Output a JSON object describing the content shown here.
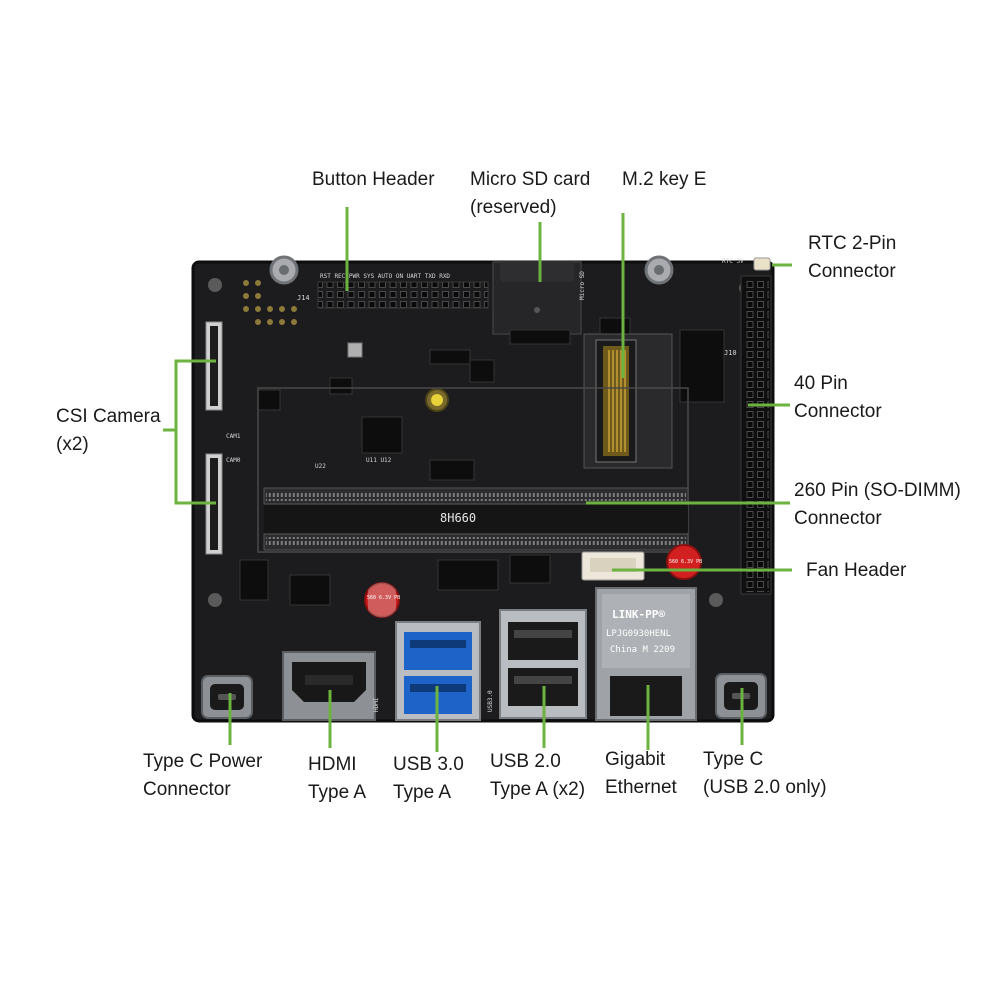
{
  "colors": {
    "leader_line": "#6cb33f",
    "board": "#1c1c1e",
    "board_edge": "#0d0d0e",
    "silkscreen": "#d8d8d8",
    "gold": "#9a7a1f",
    "capacitor": "#d21f1f",
    "usb3_blue": "#1e64c8",
    "metal": "#b9bcc0",
    "pcb_label": "#e6e6e6"
  },
  "callouts": [
    {
      "id": "button-header",
      "lines": [
        "Button Header"
      ]
    },
    {
      "id": "micro-sd",
      "lines": [
        "Micro SD card",
        "(reserved)"
      ]
    },
    {
      "id": "m2-key-e",
      "lines": [
        "M.2 key E"
      ]
    },
    {
      "id": "rtc",
      "lines": [
        "RTC 2-Pin",
        "Connector"
      ]
    },
    {
      "id": "pin40",
      "lines": [
        "40 Pin",
        "Connector"
      ]
    },
    {
      "id": "csi",
      "lines": [
        "CSI Camera",
        "(x2)"
      ]
    },
    {
      "id": "sodimm",
      "lines": [
        "260 Pin (SO-DIMM)",
        "Connector"
      ]
    },
    {
      "id": "fan",
      "lines": [
        "Fan Header"
      ]
    },
    {
      "id": "typec-power",
      "lines": [
        "Type C Power",
        "Connector"
      ]
    },
    {
      "id": "hdmi",
      "lines": [
        "HDMI",
        "Type A"
      ]
    },
    {
      "id": "usb3",
      "lines": [
        "USB 3.0",
        "Type A"
      ]
    },
    {
      "id": "usb2",
      "lines": [
        "USB 2.0",
        "Type A (x2)"
      ]
    },
    {
      "id": "ethernet",
      "lines": [
        "Gigabit",
        "Ethernet"
      ]
    },
    {
      "id": "typec-usb2",
      "lines": [
        "Type C",
        "(USB 2.0 only)"
      ]
    }
  ],
  "pcb_text": {
    "sodimm_marking": "8H660",
    "eth_line1": "LINK-PP®",
    "eth_line2": "LPJG0930HENL",
    "eth_line3": "China M 2209",
    "header_row": "RST REC PWR SYS AUTO ON UART TXD RXD",
    "cap1": "560 6.3V PB",
    "cap2": "560 6.3V PB",
    "microsd": "Micro SD",
    "j14": "J14",
    "cam0": "CAM0",
    "cam1": "CAM1",
    "hdmi": "HDMI",
    "usb30": "USB3.0",
    "rtc": "RTC 3V",
    "j10": "J10",
    "u12": "U11 U12",
    "u22": "U22"
  }
}
